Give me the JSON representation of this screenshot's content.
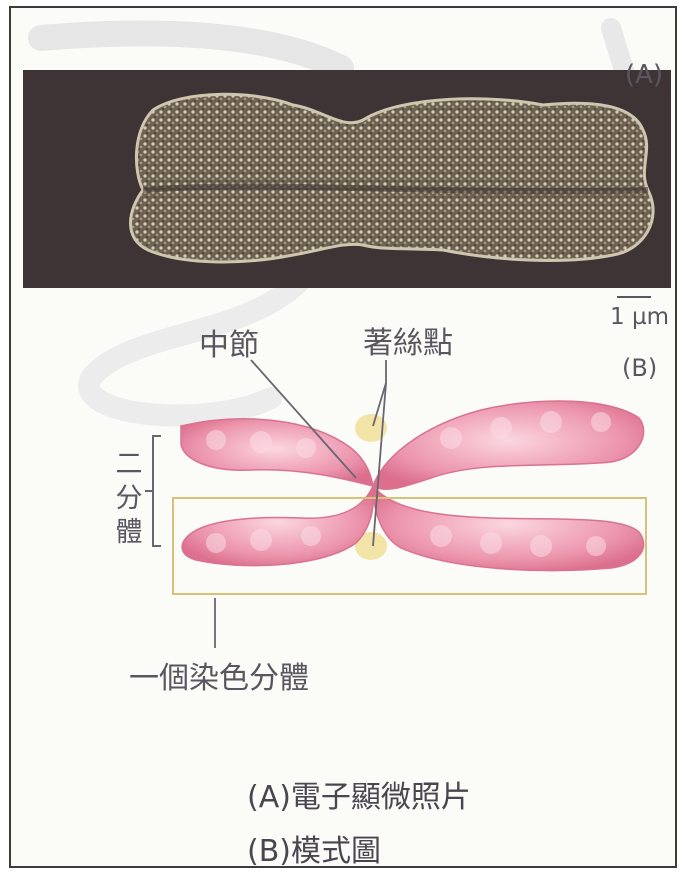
{
  "labels": {
    "panel_a": "(A)",
    "panel_b": "(B)",
    "scale": "1 µm",
    "centromere": "中節",
    "kinetochore": "著絲點",
    "dyad": "二分體",
    "one_chromatid": "一個染色分體"
  },
  "captions": {
    "a": "(A)電子顯微照片",
    "b": "(B)模式圖"
  },
  "colors": {
    "photo_background": "#3e3436",
    "chromosome_photo": "#b0a48c",
    "chromatid_pink": "#e788a2",
    "kinetochore_yellow": "#f2e4a6",
    "box_outline": "#d8c27a",
    "text": "#5a5660"
  }
}
